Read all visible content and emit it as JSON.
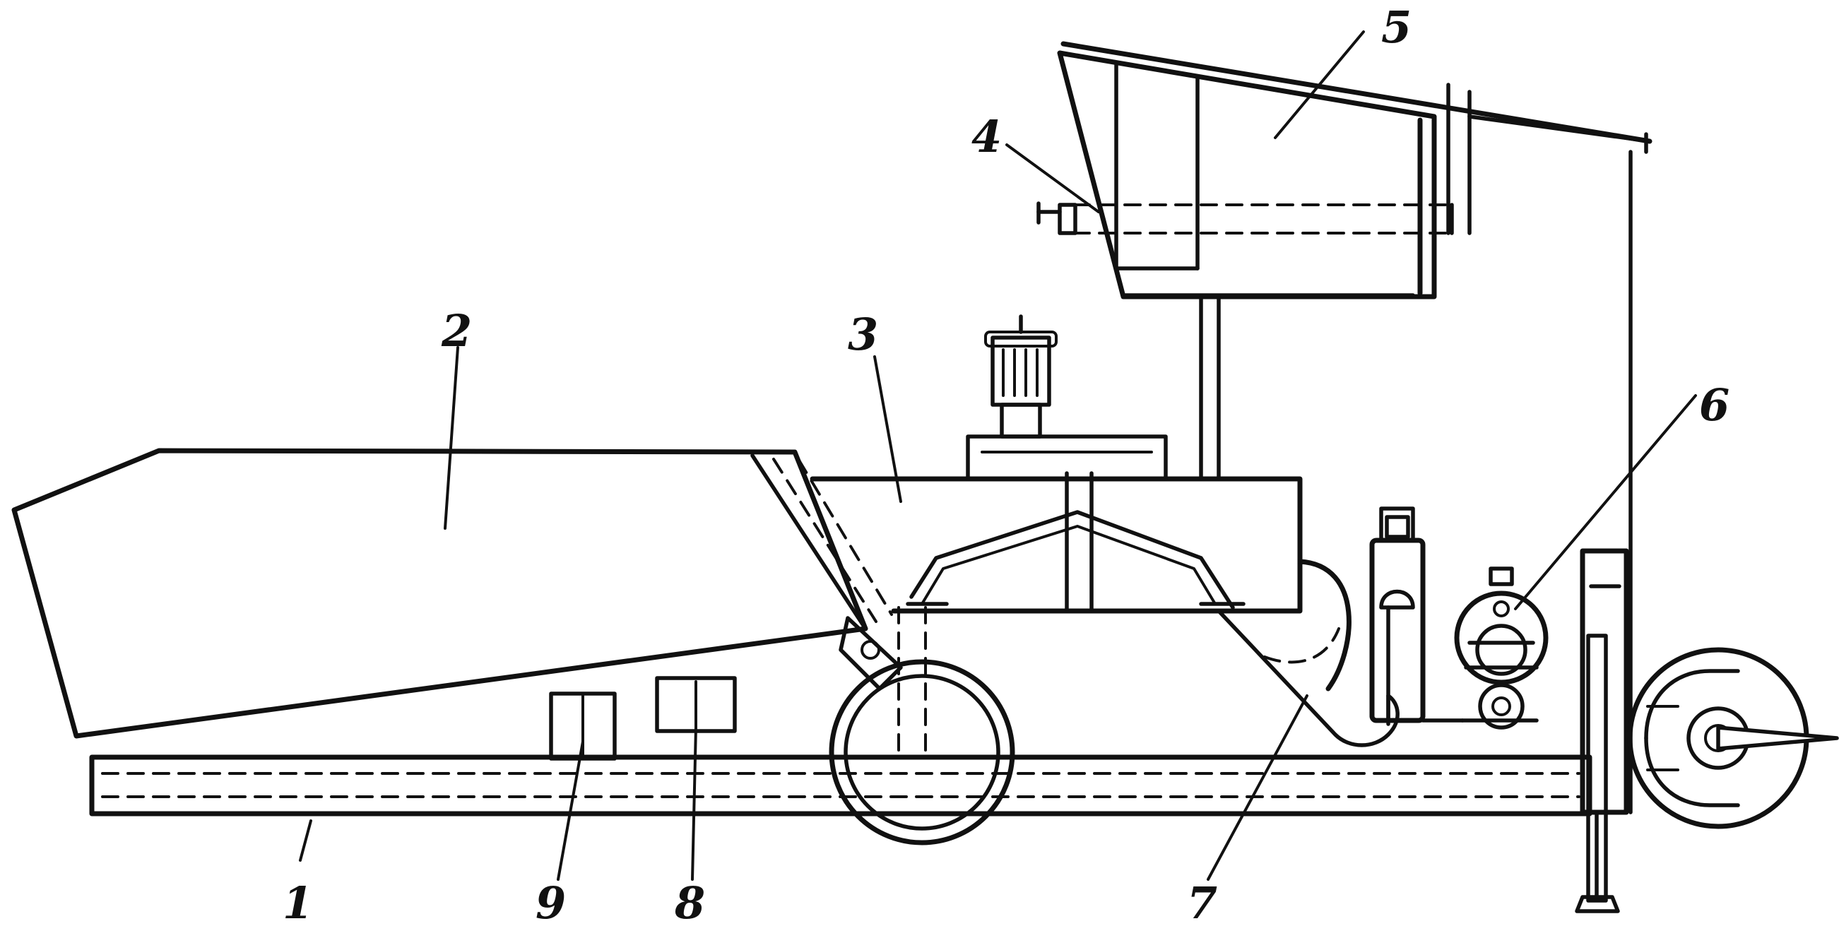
{
  "callouts": [
    {
      "id": "1",
      "label": "1"
    },
    {
      "id": "2",
      "label": "2"
    },
    {
      "id": "3",
      "label": "3"
    },
    {
      "id": "4",
      "label": "4"
    },
    {
      "id": "5",
      "label": "5"
    },
    {
      "id": "6",
      "label": "6"
    },
    {
      "id": "7",
      "label": "7"
    },
    {
      "id": "8",
      "label": "8"
    },
    {
      "id": "9",
      "label": "9"
    }
  ],
  "colors": {
    "line": "#111111",
    "background": "#ffffff"
  }
}
